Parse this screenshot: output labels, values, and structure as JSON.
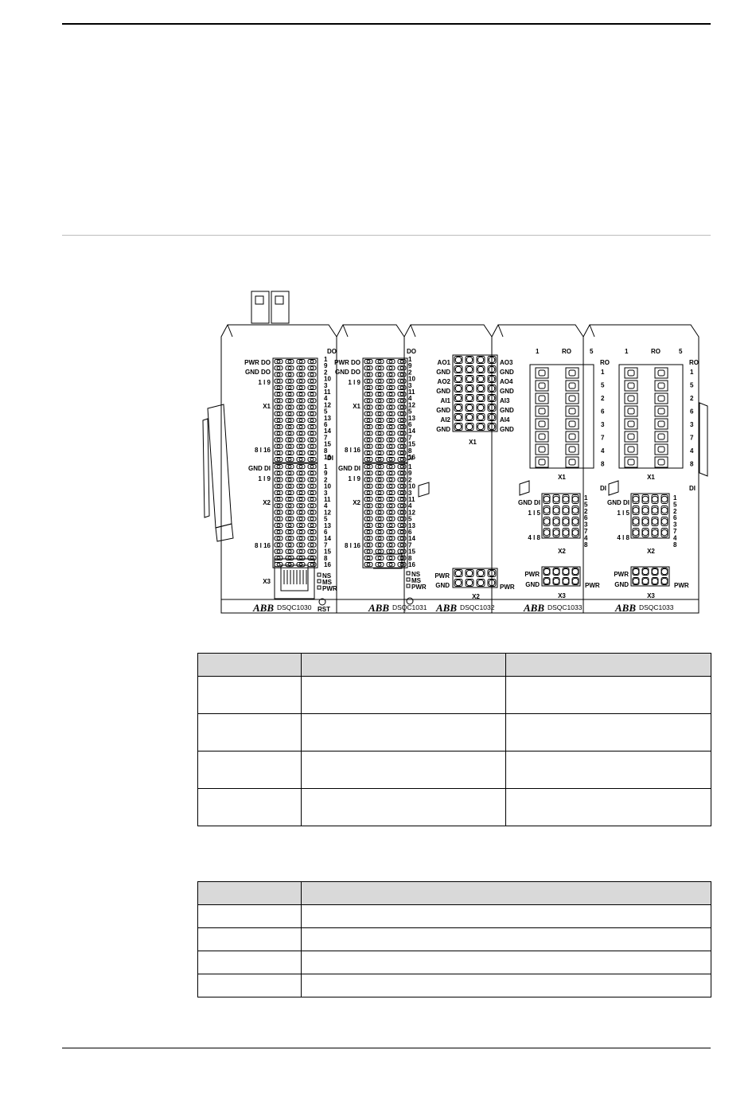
{
  "figure": {
    "modules": [
      {
        "brand": "ABB",
        "model": "DSQC1030",
        "left_labels": [
          "PWR DO",
          "GND DO",
          "1 l 9",
          "X1",
          "8 l 16",
          "GND DI",
          "1 l 9",
          "X2",
          "8 l 16",
          "X3"
        ],
        "right_top_header": "DO",
        "right_top_nums": [
          "1",
          "9",
          "2",
          "10",
          "3",
          "11",
          "4",
          "12",
          "5",
          "13",
          "6",
          "14",
          "7",
          "15",
          "8",
          "16"
        ],
        "right_bottom_header": "DI",
        "right_bottom_nums": [
          "1",
          "9",
          "2",
          "10",
          "3",
          "11",
          "4",
          "12",
          "5",
          "13",
          "6",
          "14",
          "7",
          "15",
          "8",
          "16"
        ],
        "status_labels": [
          "NS",
          "MS",
          "PWR",
          "RST"
        ]
      },
      {
        "brand": "ABB",
        "model": "DSQC1031",
        "left_labels": [
          "PWR DO",
          "GND DO",
          "1 l 9",
          "X1",
          "8 l 16",
          "GND DI",
          "1 l 9",
          "X2",
          "8 l 16"
        ],
        "right_top_header": "DO",
        "right_top_nums": [
          "1",
          "9",
          "2",
          "10",
          "3",
          "11",
          "4",
          "12",
          "5",
          "13",
          "6",
          "14",
          "7",
          "15",
          "8",
          "16"
        ],
        "right_bottom_header": "DI",
        "right_bottom_nums": [
          "1",
          "9",
          "2",
          "10",
          "3",
          "11",
          "4",
          "12",
          "5",
          "13",
          "6",
          "14",
          "7",
          "15",
          "8",
          "16"
        ],
        "status_labels": [
          "NS",
          "MS",
          "PWR"
        ]
      },
      {
        "brand": "ABB",
        "model": "DSQC1032",
        "left_labels": [
          "AO1",
          "GND",
          "AO2",
          "GND",
          "AI1",
          "GND",
          "AI2",
          "GND"
        ],
        "right_labels": [
          "AO3",
          "GND",
          "AO4",
          "GND",
          "AI3",
          "GND",
          "AI4",
          "GND"
        ],
        "x1_label": "X1",
        "x2_labels": [
          "PWR",
          "GND",
          "X2",
          "PWR"
        ]
      },
      {
        "brand": "ABB",
        "model": "DSQC1033",
        "top_labels": [
          "1",
          "RO",
          "5"
        ],
        "ro_label": "RO",
        "ro_nums": [
          "1",
          "5",
          "2",
          "6",
          "3",
          "7",
          "4",
          "8"
        ],
        "x1_label": "X1",
        "di_header": "DI",
        "di_left": [
          "GND DI",
          "1 l 5",
          "4 l 8"
        ],
        "di_nums": [
          "1",
          "5",
          "2",
          "6",
          "3",
          "7",
          "4",
          "8"
        ],
        "x2_label": "X2",
        "x3_labels": [
          "PWR",
          "GND",
          "X3",
          "PWR"
        ]
      },
      {
        "brand": "ABB",
        "model": "DSQC1033",
        "top_labels": [
          "1",
          "RO",
          "5"
        ],
        "ro_label": "RO",
        "ro_nums": [
          "1",
          "5",
          "2",
          "6",
          "3",
          "7",
          "4",
          "8"
        ],
        "x1_label": "X1",
        "di_header": "DI",
        "di_left": [
          "GND DI",
          "1 l 5",
          "4 l 8"
        ],
        "di_nums": [
          "1",
          "5",
          "2",
          "6",
          "3",
          "7",
          "4",
          "8"
        ],
        "x2_label": "X2",
        "x3_labels": [
          "PWR",
          "GND",
          "X3",
          "PWR"
        ]
      }
    ]
  },
  "table1": {
    "headers": [
      "",
      "",
      ""
    ],
    "rows": [
      [
        "",
        "",
        ""
      ],
      [
        "",
        "",
        ""
      ],
      [
        "",
        "",
        ""
      ],
      [
        "",
        "",
        ""
      ]
    ]
  },
  "table2": {
    "headers": [
      "",
      ""
    ],
    "rows": [
      [
        "",
        ""
      ],
      [
        "",
        ""
      ],
      [
        "",
        ""
      ],
      [
        "",
        ""
      ]
    ]
  }
}
